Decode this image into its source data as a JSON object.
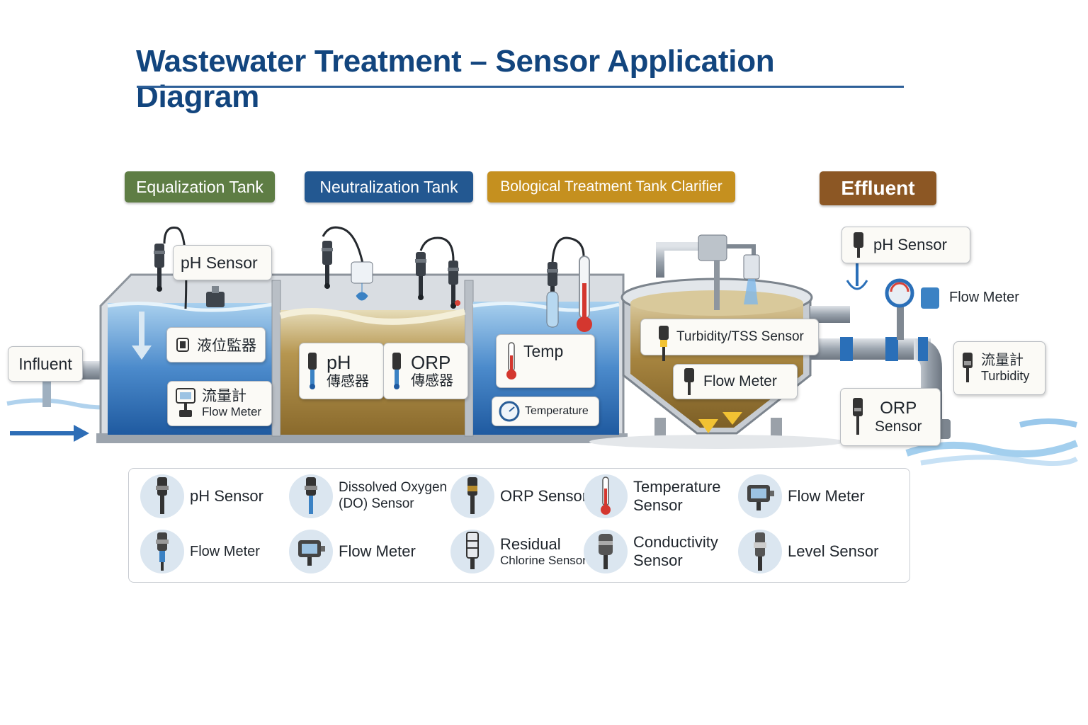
{
  "title": "Wastewater Treatment – Sensor Application Diagram",
  "stages": [
    {
      "label": "Equalization Tank",
      "color": "#5e7d44"
    },
    {
      "label": "Neutralization Tank",
      "color": "#235891"
    },
    {
      "label": "Bological Treatment Tank  Clarifier",
      "color": "#c5901f"
    },
    {
      "label": "Effluent",
      "color": "#8c5724"
    }
  ],
  "influent": "Influent",
  "callouts": {
    "eq_ph": "pH Sensor",
    "eq_level": "液位監器",
    "eq_flow_cn": "流量計",
    "eq_flow_en": "Flow Meter",
    "neu_ph_1": "pH",
    "neu_ph_2": "傳感器",
    "neu_orp_1": "ORP",
    "neu_orp_2": "傳感器",
    "bio_temp": "Temp",
    "bio_temperature": "Temperature",
    "clar_turbidity": "Turbidity/TSS Sensor",
    "clar_flow": "Flow Meter",
    "eff_ph": "pH Sensor",
    "eff_flow": "Flow Meter",
    "eff_turb_cn": "流量計",
    "eff_turb_en": "Turbidity",
    "eff_orp_1": "ORP",
    "eff_orp_2": "Sensor"
  },
  "legend": [
    {
      "line1": "pH Sensor",
      "line2": "",
      "icon": "ph-probe-icon"
    },
    {
      "line1": "Dissolved Oxygen",
      "line2": "(DO) Sensor",
      "icon": "do-probe-icon"
    },
    {
      "line1": "ORP Sensor",
      "line2": "",
      "icon": "orp-probe-icon"
    },
    {
      "line1": "Temperature",
      "line2": "Sensor",
      "icon": "thermometer-icon"
    },
    {
      "line1": "Flow Meter",
      "line2": "",
      "icon": "flow-meter-display-icon"
    },
    {
      "line1": "Flow Meter",
      "line2": "",
      "icon": "flow-probe-icon"
    },
    {
      "line1": "Flow Meter",
      "line2": "",
      "icon": "flow-meter-display-icon"
    },
    {
      "line1": "Residual",
      "line2": "Chlorine Sensor",
      "icon": "chlorine-probe-icon"
    },
    {
      "line1": "Conductivity",
      "line2": "Sensor",
      "icon": "conductivity-probe-icon"
    },
    {
      "line1": "Level Sensor",
      "line2": "",
      "icon": "level-probe-icon"
    }
  ],
  "colors": {
    "water": "#3d7fc1",
    "sludge": "#a9843f",
    "tank_frame": "#b9bfc6",
    "title": "#12457e"
  }
}
